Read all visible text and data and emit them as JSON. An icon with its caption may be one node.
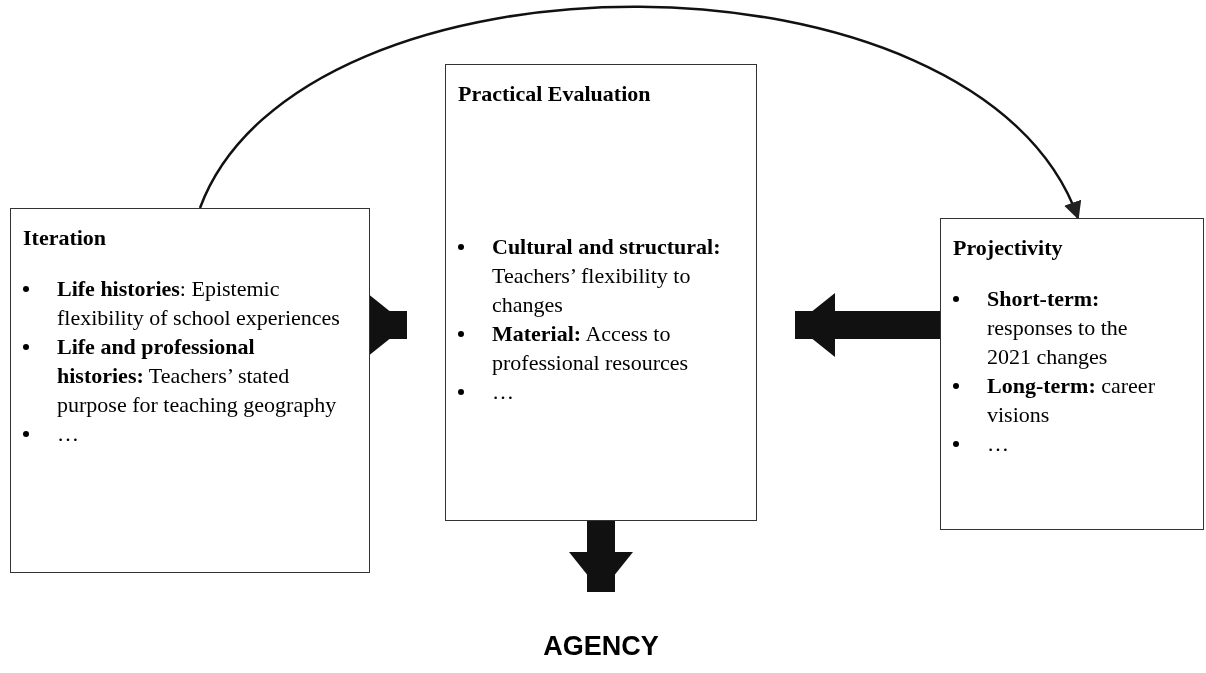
{
  "diagram": {
    "nodes": [
      {
        "text": [
          "Iteration",
          "**Life histories**: Epistemic flexibility of school experiences",
          "**Life and professional histories:** Teachers’ stated purpose for teaching geography",
          "…"
        ]
      },
      {
        "text": [
          "Practical Evaluation",
          "**Cultural and structural:** Teachers’ flexibility to changes",
          "**Material:** Access to professional resources",
          "…"
        ]
      },
      {
        "text": [
          "Projectivity",
          "**Short-term:** responses to the 2021 changes",
          "**Long-term:** career visions",
          "…"
        ]
      },
      {
        "text": [
          "AGENCY"
        ]
      }
    ],
    "edges": [
      {
        "from": 0,
        "to": 1,
        "arrow": "to"
      },
      {
        "from": 2,
        "to": 1,
        "arrow": "to"
      },
      {
        "from": 1,
        "to": 3,
        "arrow": "to"
      },
      {
        "from": 0,
        "to": 2,
        "arrow": "to"
      }
    ]
  }
}
